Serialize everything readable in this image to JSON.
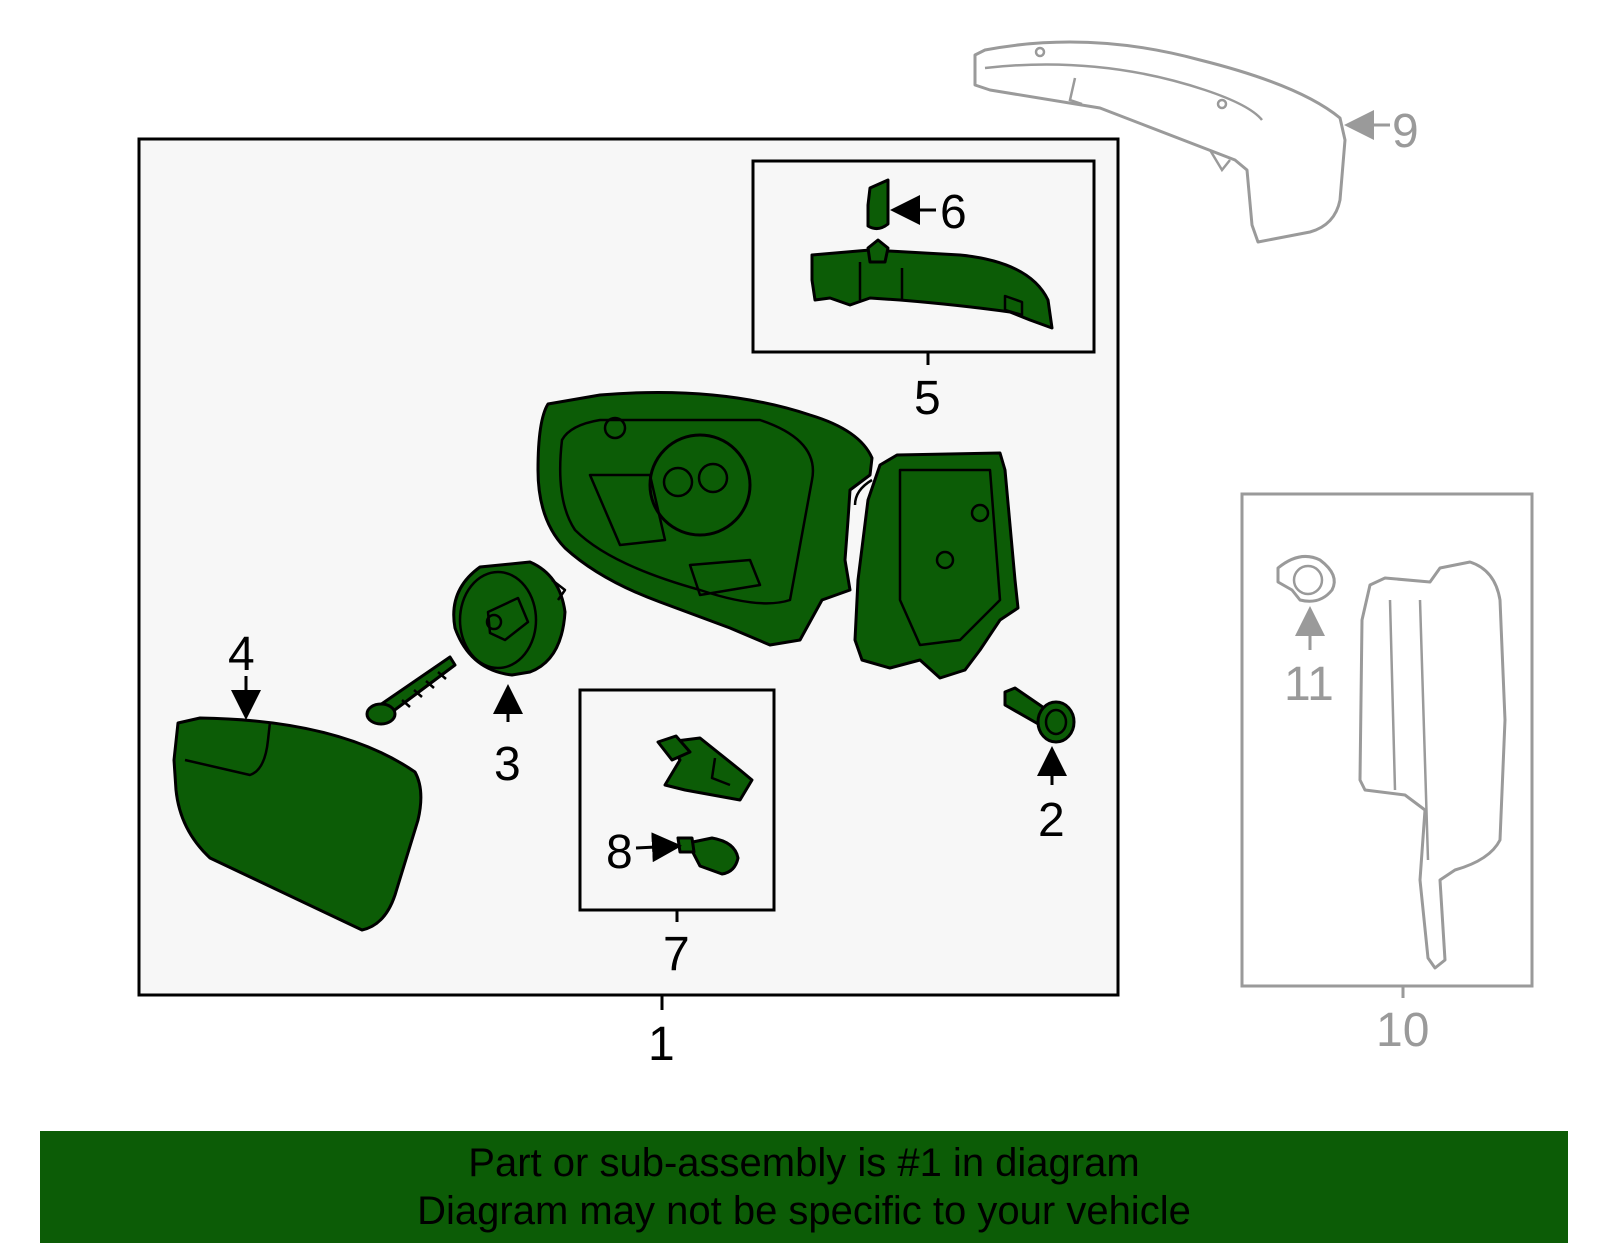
{
  "callouts": {
    "c1": "1",
    "c2": "2",
    "c3": "3",
    "c4": "4",
    "c5": "5",
    "c6": "6",
    "c7": "7",
    "c8": "8",
    "c9": "9",
    "c10": "10",
    "c11": "11"
  },
  "banner": {
    "line1": "Part or sub-assembly is #1 in diagram",
    "line2": "Diagram may not be specific to your vehicle"
  },
  "colors": {
    "highlight": "#0c5c06",
    "ghost": "#9a9a9a",
    "panel": "#f7f7f7"
  }
}
